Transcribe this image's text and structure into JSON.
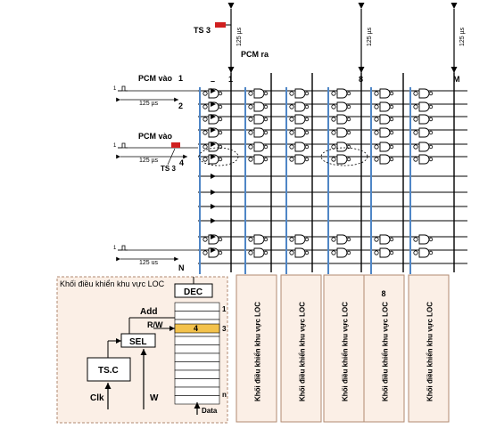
{
  "ts_marker_top": "TS 3",
  "ts_marker_mid": "TS 3",
  "period_label": "125 µs",
  "period_label_bottom": "125 us",
  "pcm_out_label": "PCM ra",
  "pcm_in_label_top": "PCM vào",
  "pcm_in_label_mid": "PCM vào",
  "row_label_1": "1",
  "row_label_2": "2",
  "row_label_4": "4",
  "row_label_n": "N",
  "col_label_1": "1",
  "col_label_8": "8",
  "col_label_m": "M",
  "vertical_period_1": "125 µs",
  "vertical_period_2": "125 µs",
  "vertical_period_3": "125 µs",
  "loc_block_title": "Khối điều khiển khu vực LOC",
  "dec_label": "DEC",
  "add_label": "Add",
  "rw_label": "R/W",
  "sel_label": "SEL",
  "tsc_label": "TS.C",
  "clk_label": "Clk",
  "w_label": "W",
  "data_label": "Data",
  "mem_row_value": "4",
  "mem_index_1": "1",
  "mem_index_3": "3",
  "mem_index_n": "n",
  "col_block_label": "Khối điều khiển khu vực LOC",
  "col_block_index_8": "8",
  "colors": {
    "panel_fill": "#fbefe6",
    "panel_border": "#b08a70",
    "vertical_bus": "#4f86c6",
    "highlight_cell": "#f3c24c",
    "ts_marker": "#d02020"
  }
}
